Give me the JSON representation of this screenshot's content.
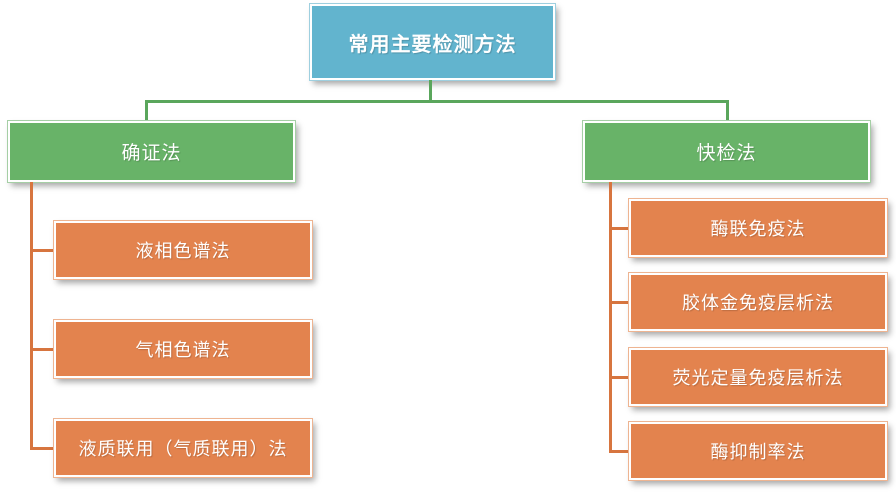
{
  "diagram": {
    "type": "org-chart",
    "root": {
      "label": "常用主要检测方法"
    },
    "branches": [
      {
        "label": "确证法",
        "children": [
          "液相色谱法",
          "气相色谱法",
          "液质联用（气质联用）法"
        ]
      },
      {
        "label": "快检法",
        "children": [
          "酶联免疫法",
          "胶体金免疫层析法",
          "荧光定量免疫层析法",
          "酶抑制率法"
        ]
      }
    ],
    "colors": {
      "root_fill": "#62b4ce",
      "root_edge": "#9ecfdf",
      "branch_fill": "#68b368",
      "branch_edge": "#a5cfa5",
      "leaf_fill": "#e3834e",
      "leaf_edge": "#eeb491",
      "green_line": "#5aa65c",
      "orange_line": "#d7753f"
    }
  }
}
